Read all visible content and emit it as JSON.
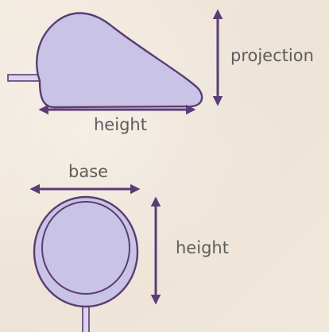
{
  "labels": {
    "projection": "projection",
    "height_side": "height",
    "base": "base",
    "height_front": "height"
  },
  "colors": {
    "shape_fill": "#c9c3e6",
    "shape_stroke": "#5a3d75",
    "arrow": "#5a3d75",
    "text": "#5d5d5d",
    "background": "#efe6da"
  }
}
